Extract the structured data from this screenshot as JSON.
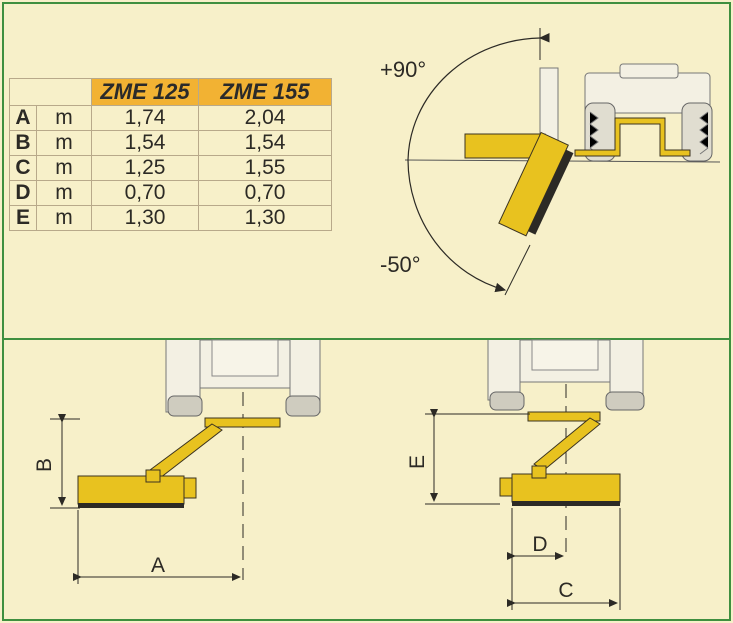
{
  "table": {
    "models": [
      "ZME 125",
      "ZME 155"
    ],
    "rows": [
      {
        "letter": "A",
        "unit": "m",
        "zme125": "1,74",
        "zme155": "2,04"
      },
      {
        "letter": "B",
        "unit": "m",
        "zme125": "1,54",
        "zme155": "1,54"
      },
      {
        "letter": "C",
        "unit": "m",
        "zme125": "1,25",
        "zme155": "1,55"
      },
      {
        "letter": "D",
        "unit": "m",
        "zme125": "0,70",
        "zme155": "0,70"
      },
      {
        "letter": "E",
        "unit": "m",
        "zme125": "1,30",
        "zme155": "1,30"
      }
    ]
  },
  "angles": {
    "up": "+90°",
    "down": "-50°"
  },
  "dimension_labels": {
    "A": "A",
    "B": "B",
    "C": "C",
    "D": "D",
    "E": "E"
  },
  "colors": {
    "accent": "#f2b233",
    "machine_yellow": "#e8c21f",
    "border": "#3f8f3f",
    "background": "#f7f0c9"
  }
}
